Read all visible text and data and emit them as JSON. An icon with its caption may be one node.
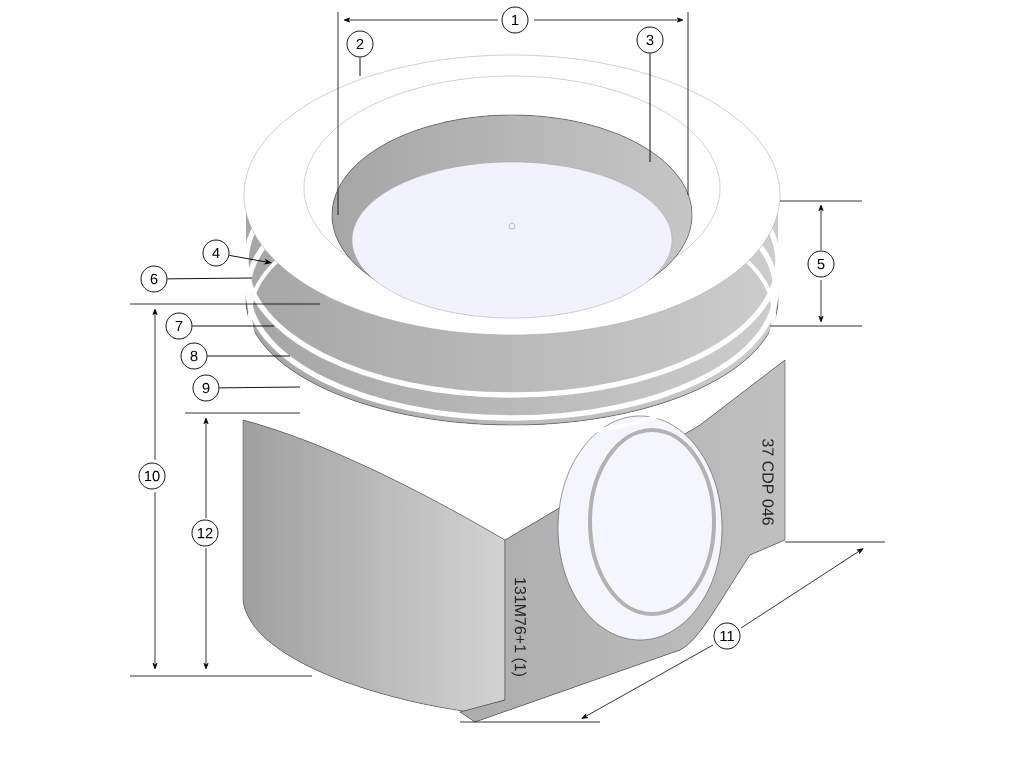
{
  "diagram": {
    "nodes": [
      {
        "text": [
          "1"
        ]
      },
      {
        "text": [
          "2"
        ]
      },
      {
        "text": [
          "3"
        ]
      },
      {
        "text": [
          "4"
        ]
      },
      {
        "text": [
          "5"
        ]
      },
      {
        "text": [
          "6"
        ]
      },
      {
        "text": [
          "7"
        ]
      },
      {
        "text": [
          "8"
        ]
      },
      {
        "text": [
          "9"
        ]
      },
      {
        "text": [
          "10"
        ]
      },
      {
        "text": [
          "11"
        ]
      },
      {
        "text": [
          "12"
        ]
      }
    ],
    "edges": [
      {
        "from": 1,
        "to": null,
        "arrow": "none"
      },
      {
        "from": 2,
        "to": null,
        "arrow": "none"
      },
      {
        "from": 3,
        "to": null,
        "arrow": "to"
      },
      {
        "from": 5,
        "to": null,
        "arrow": "none"
      },
      {
        "from": 6,
        "to": null,
        "arrow": "none"
      },
      {
        "from": 7,
        "to": null,
        "arrow": "none"
      },
      {
        "from": 8,
        "to": null,
        "arrow": "none"
      }
    ],
    "labels": [
      "37 CDP 046",
      "131M76+1 (1)"
    ]
  }
}
